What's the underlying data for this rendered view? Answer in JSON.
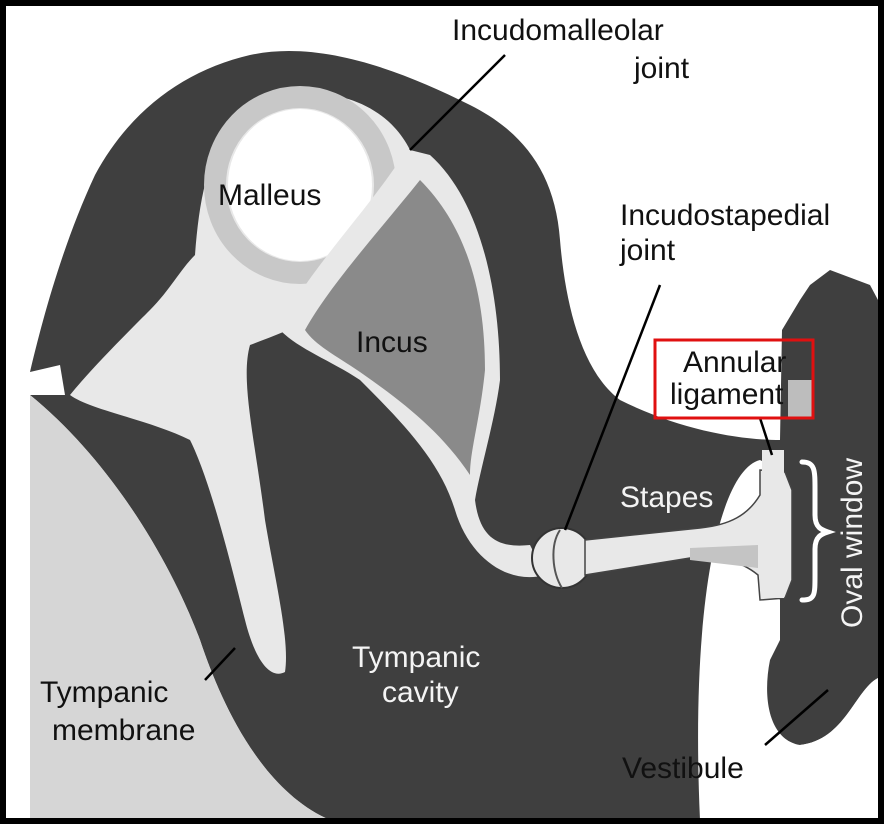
{
  "labels": {
    "incudomalleolar_line1": "Incudomalleolar",
    "incudomalleolar_line2": "joint",
    "malleus": "Malleus",
    "incus": "Incus",
    "incudostapedial_line1": "Incudostapedial",
    "incudostapedial_line2": "joint",
    "annular_line1": "Annular",
    "annular_line2": "ligament",
    "stapes": "Stapes",
    "oval_window": "Oval window",
    "tympanic_cavity_line1": "Tympanic",
    "tympanic_cavity_line2": "cavity",
    "tympanic_membrane_line1": "Tympanic",
    "tympanic_membrane_line2": "membrane",
    "vestibule": "Vestibule"
  },
  "colors": {
    "cavity_wall": "#3f3f3f",
    "membrane_region": "#d6d6d6",
    "bone_light": "#e8e8e8",
    "bone_white": "#ffffff",
    "incus_fill": "#8a8a8a",
    "highlight_box": "#e01010"
  },
  "highlight": "Annular ligament"
}
